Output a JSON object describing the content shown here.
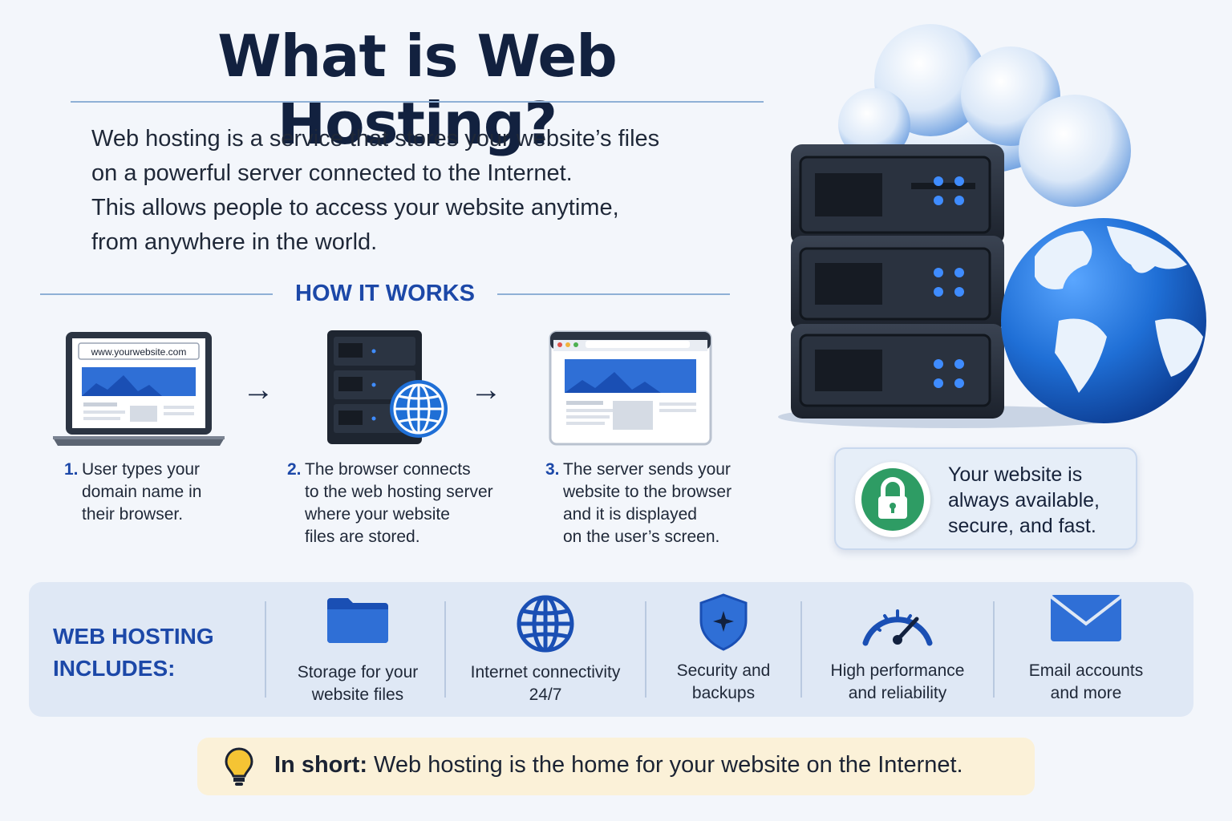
{
  "title": "What is Web Hosting?",
  "intro": {
    "line1": "Web hosting is a service that stores your website’s files",
    "line2": "on a powerful server connected to the Internet.",
    "line3": "This allows people to access your website anytime,",
    "line4": "from anywhere in the world."
  },
  "how_it_works": {
    "heading": "HOW IT WORKS",
    "url_bar": "www.yourwebsite.com",
    "arrow": "→",
    "steps": [
      {
        "num": "1.",
        "lines": [
          "User types your",
          "domain name in",
          "their browser."
        ]
      },
      {
        "num": "2.",
        "lines": [
          "The browser connects",
          "to the web hosting server",
          "where your website",
          "files are stored."
        ]
      },
      {
        "num": "3.",
        "lines": [
          "The server sends your",
          "website to the browser",
          "and it is displayed",
          "on the user’s screen."
        ]
      }
    ]
  },
  "promise": {
    "lines": [
      "Your website is",
      "always available,",
      "secure, and fast."
    ],
    "icon": "lock-icon"
  },
  "includes": {
    "heading_line1": "WEB HOSTING",
    "heading_line2": "INCLUDES:",
    "items": [
      {
        "icon": "folder-icon",
        "lines": [
          "Storage for your",
          "website files"
        ]
      },
      {
        "icon": "globe-icon",
        "lines": [
          "Internet connectivity",
          "24/7"
        ]
      },
      {
        "icon": "shield-icon",
        "lines": [
          "Security and",
          "backups"
        ]
      },
      {
        "icon": "speedometer-icon",
        "lines": [
          "High performance",
          "and reliability"
        ]
      },
      {
        "icon": "envelope-icon",
        "lines": [
          "Email accounts",
          "and more"
        ]
      }
    ]
  },
  "short": {
    "label": "In short:",
    "text": " Web hosting is the home for your website on the Internet.",
    "icon": "lightbulb-icon"
  },
  "colors": {
    "accent": "#1c48a8",
    "title": "#12213f",
    "globe": "#1f6fd6",
    "lock": "#2e9c64",
    "short_bg": "#fbf1d8",
    "includes_bg": "#dfe8f5"
  }
}
